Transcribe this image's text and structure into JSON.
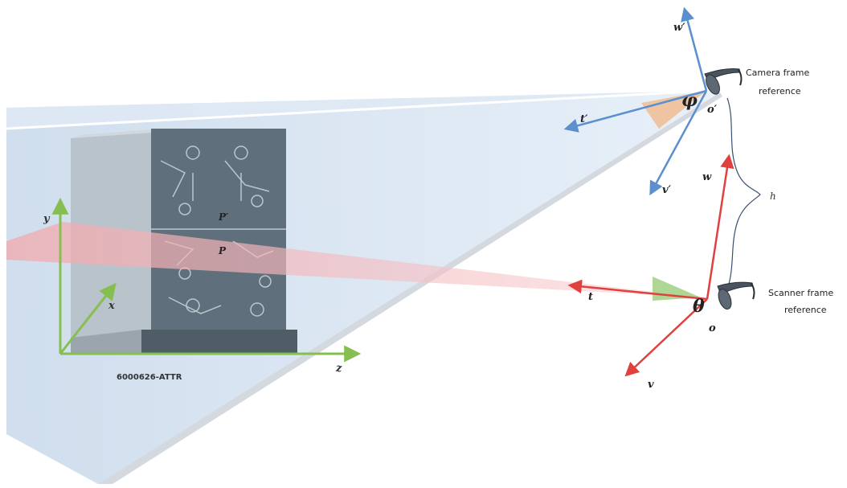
{
  "colors": {
    "camera_axes": "#5b8fce",
    "scanner_axes": "#e0413f",
    "object_axes": "#86bf4f",
    "camera_fov": "#cfe0f0",
    "scanner_plane": "#f4b3b6",
    "camera_angle": "#f0b98c",
    "scanner_angle": "#a6d18a",
    "machine_body": "#5f6f7b",
    "machine_side": "#b9c3cb"
  },
  "labels": {
    "camera_frame": [
      "Camera frame",
      "reference"
    ],
    "scanner_frame": [
      "Scanner frame",
      "reference"
    ],
    "camera_axes": {
      "w": "w′",
      "t": "t′",
      "v": "v′",
      "origin": "o′"
    },
    "scanner_axes": {
      "w": "w",
      "t": "t",
      "v": "v",
      "origin": "o"
    },
    "object_axes": {
      "x": "x",
      "y": "y",
      "z": "z"
    },
    "camera_angle": "φ",
    "scanner_angle": "θ",
    "height": "h",
    "point": "P",
    "point_prime": "P′",
    "machine_id": "6000626-ATTR"
  },
  "icons": {
    "camera": "camera-glasses-icon",
    "scanner": "scanner-glasses-icon"
  }
}
